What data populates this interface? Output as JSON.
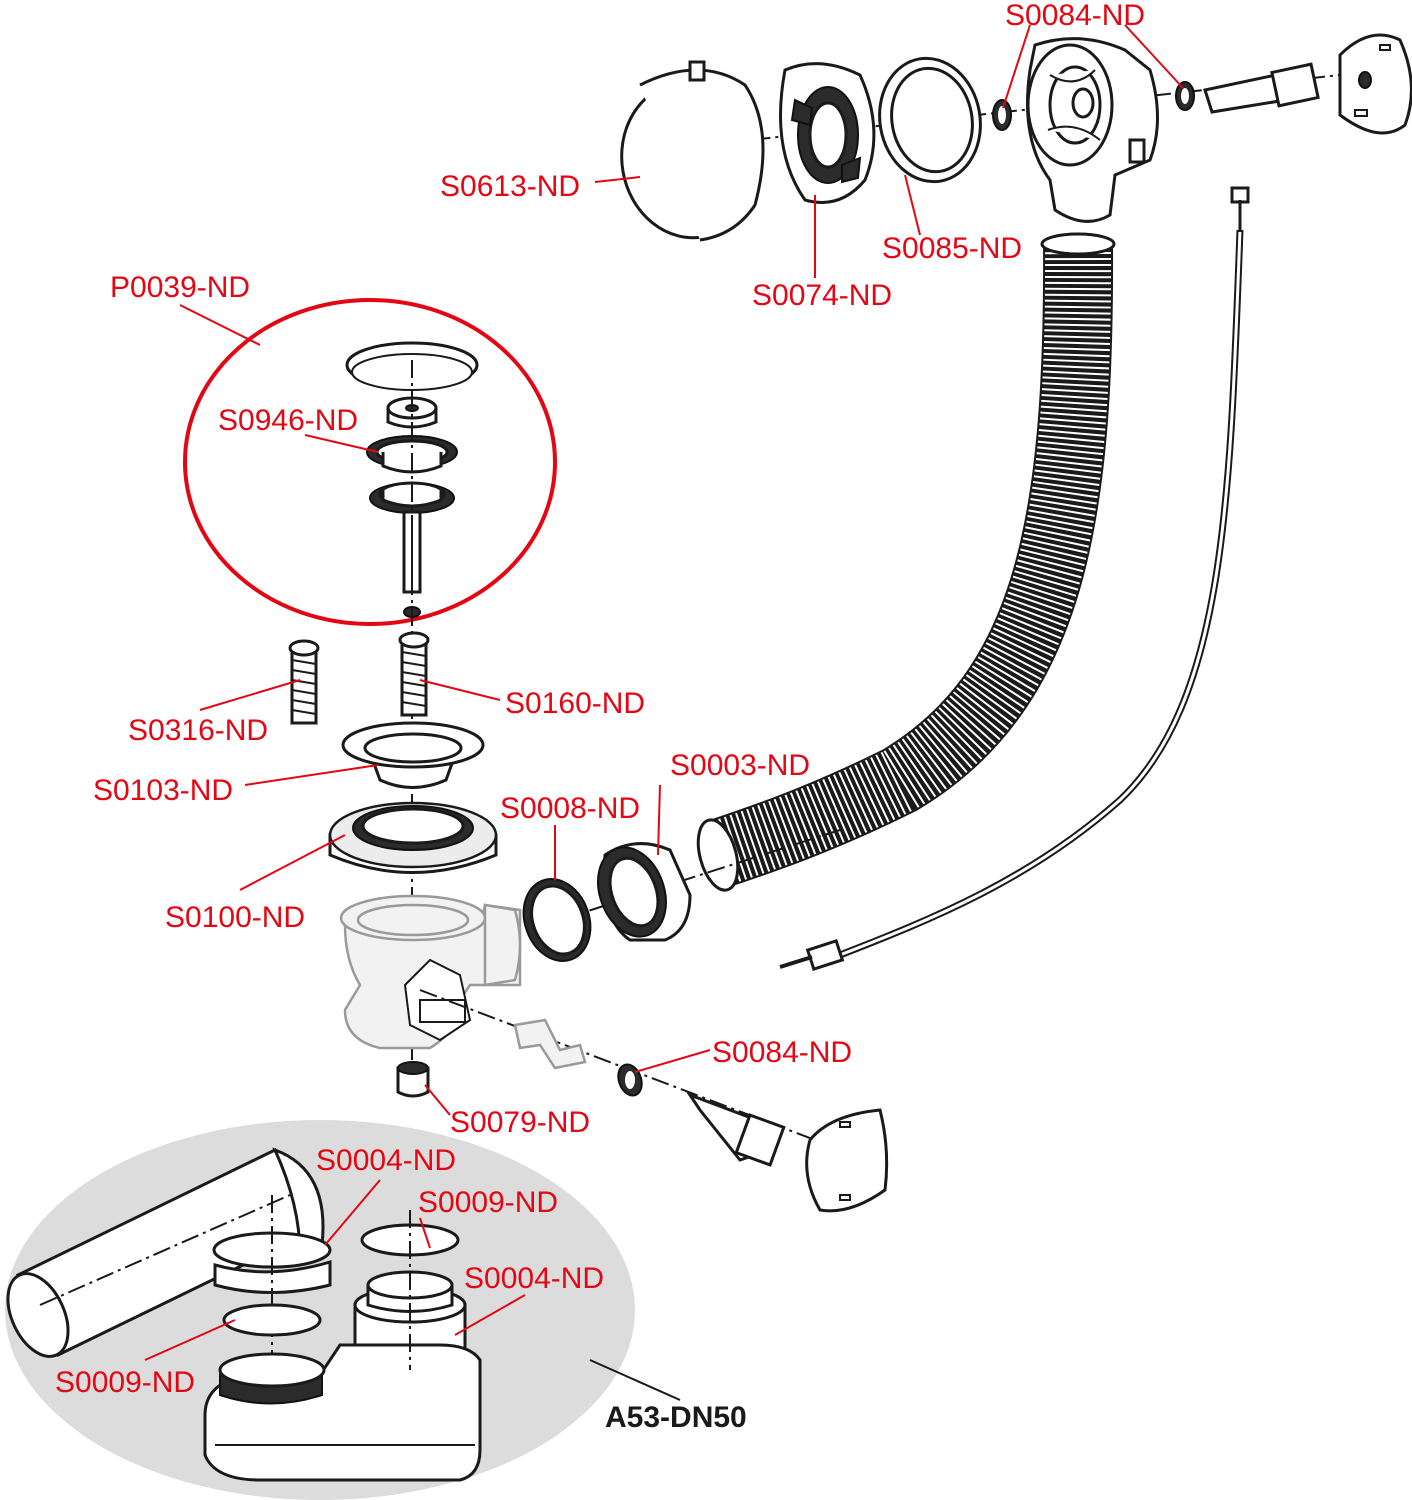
{
  "colors": {
    "label": "#e30613",
    "line": "#1a1a1a",
    "assembly_background": "#dcdcdc"
  },
  "labels": {
    "s0084_top": "S0084-ND",
    "s0613": "S0613-ND",
    "s0085": "S0085-ND",
    "s0074": "S0074-ND",
    "p0039": "P0039-ND",
    "s0946": "S0946-ND",
    "s0316": "S0316-ND",
    "s0160": "S0160-ND",
    "s0103": "S0103-ND",
    "s0003": "S0003-ND",
    "s0008": "S0008-ND",
    "s0100": "S0100-ND",
    "s0084_bottom": "S0084-ND",
    "s0079": "S0079-ND",
    "s0004_left": "S0004-ND",
    "s0009_right": "S0009-ND",
    "s0004_right": "S0004-ND",
    "s0009_left": "S0009-ND",
    "assembly": "A53-DN50"
  }
}
